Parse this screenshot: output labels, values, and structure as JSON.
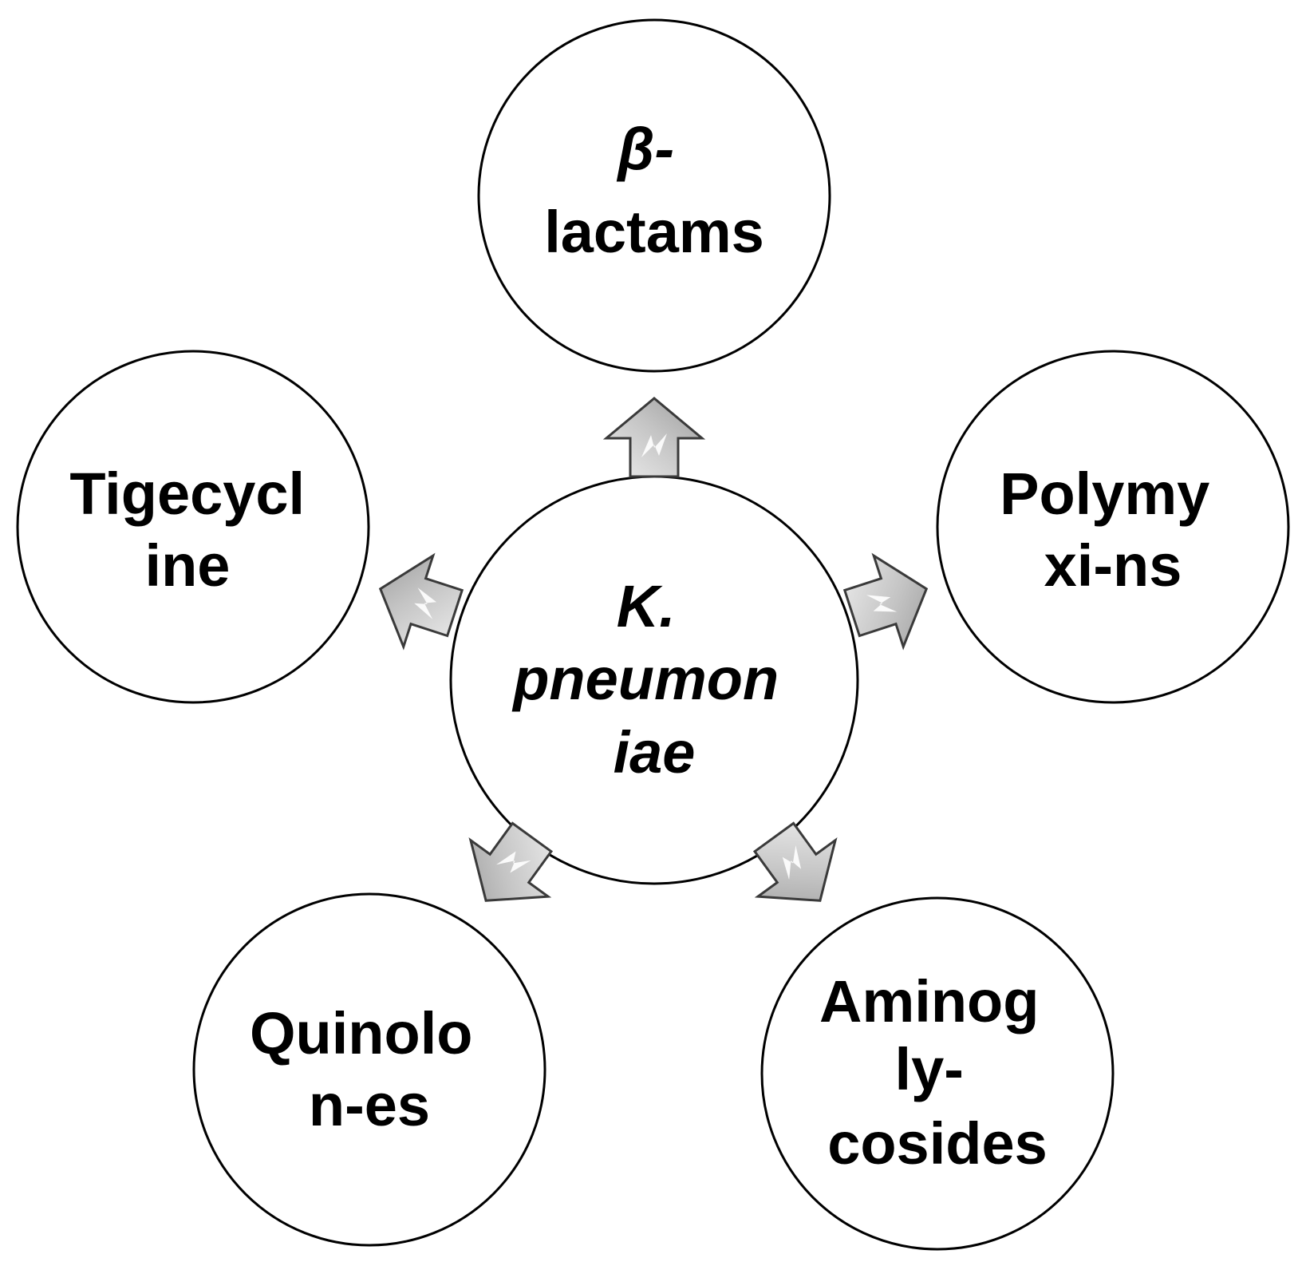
{
  "diagram": {
    "center": {
      "lines": [
        "K.",
        "pneumon",
        "iae"
      ]
    },
    "nodes": [
      {
        "id": "beta-lactams",
        "lines": [
          "β-",
          "lactams"
        ]
      },
      {
        "id": "polymyxins",
        "lines": [
          "Polymy",
          "xi-ns"
        ]
      },
      {
        "id": "aminoglycosides",
        "lines": [
          "Aminog",
          "ly-",
          "cosides"
        ]
      },
      {
        "id": "quinolones",
        "lines": [
          "Quinolo",
          "n-es"
        ]
      },
      {
        "id": "tigecycline",
        "lines": [
          "Tigecycl",
          "ine"
        ]
      }
    ]
  },
  "colors": {
    "circle_stroke": "#000000",
    "circle_fill": "#ffffff",
    "arrow_fill_light": "#e6e6e6",
    "arrow_fill_dark": "#a8a8a8",
    "arrow_stroke": "#3a3a3a",
    "text": "#000000"
  }
}
